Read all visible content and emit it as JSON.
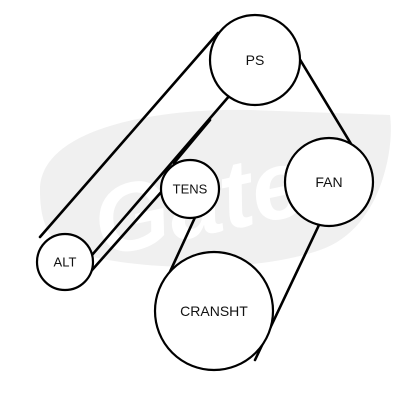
{
  "pulleys": {
    "ps": {
      "label": "PS"
    },
    "fan": {
      "label": "FAN"
    },
    "tens": {
      "label": "TENS"
    },
    "alt": {
      "label": "ALT"
    },
    "cranksht": {
      "label": "CRANSHT"
    }
  },
  "watermark": {
    "text": "Gates"
  },
  "colors": {
    "line": "#000000",
    "watermark": "#f0f0f0",
    "background": "#ffffff"
  }
}
